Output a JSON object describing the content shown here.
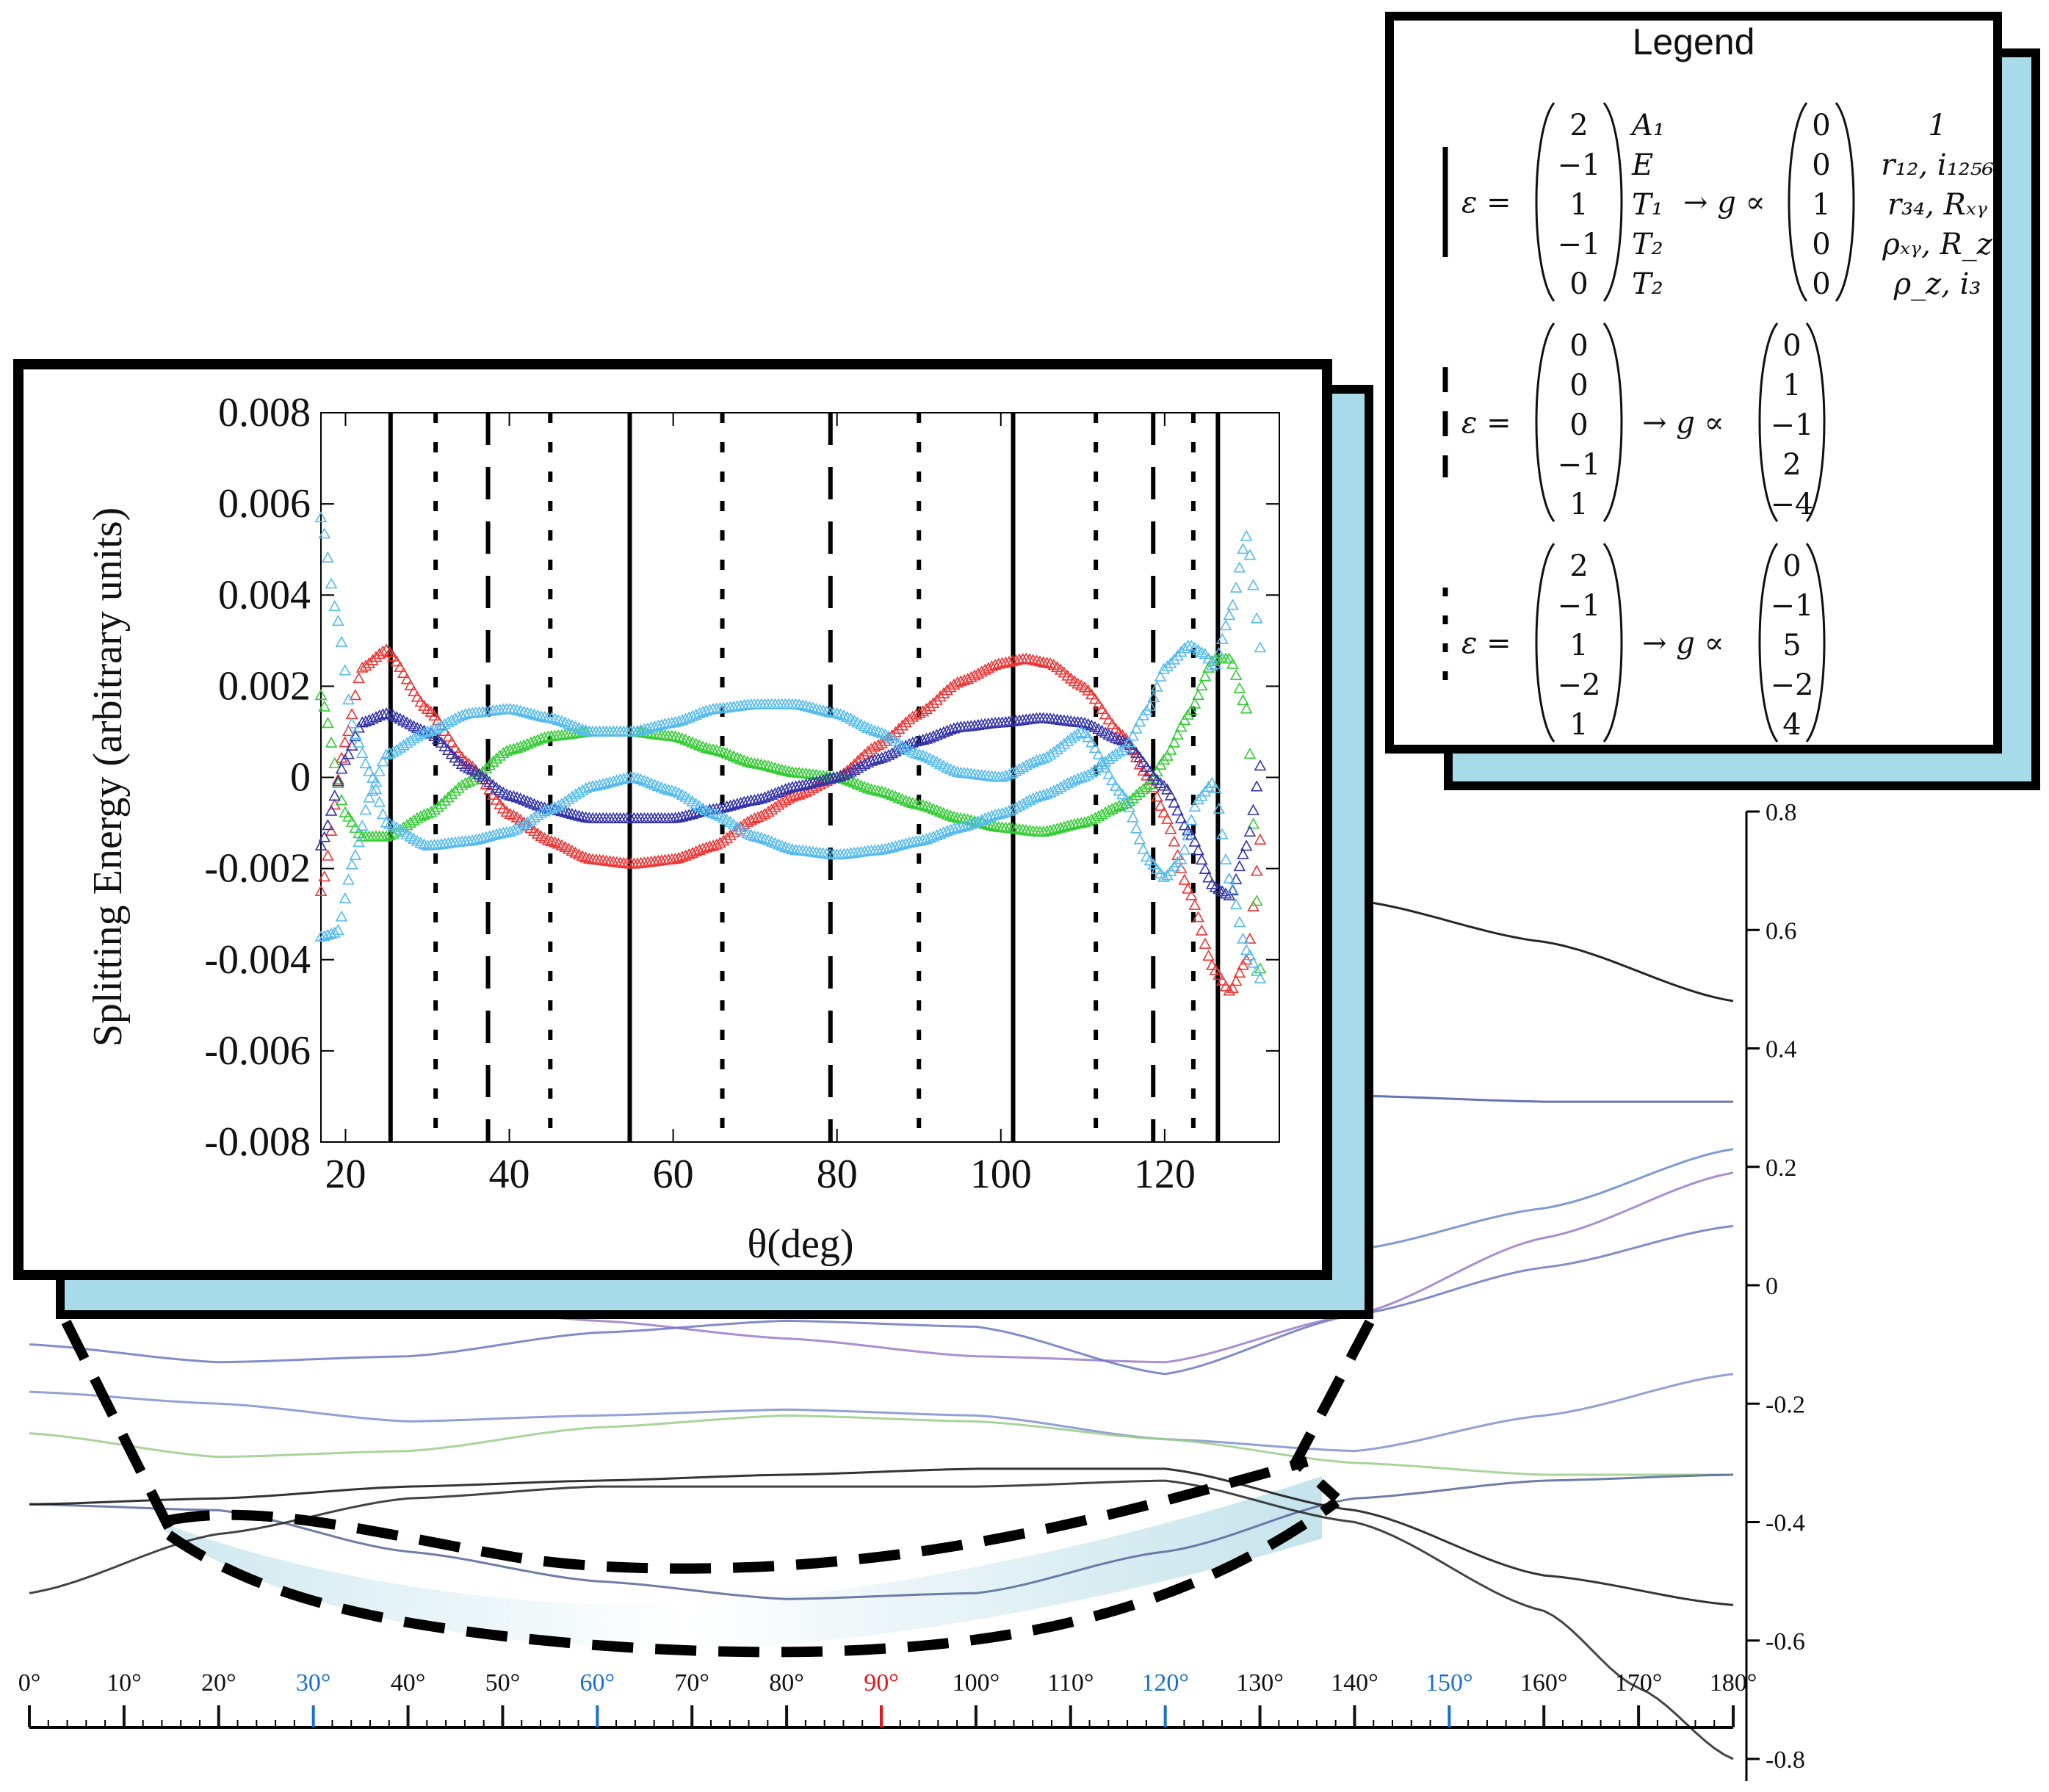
{
  "legend": {
    "title": "Legend",
    "entries": [
      {
        "line_style": "solid",
        "epsilon": [
          "2",
          "−1",
          "1",
          "−1",
          "0"
        ],
        "irreps": [
          "A₁",
          "E",
          "T₁",
          "T₂",
          "T₂"
        ],
        "g": [
          "0",
          "0",
          "1",
          "0",
          "0"
        ],
        "g_labels": [
          "1",
          "r₁₂, i₁₂₅₆",
          "r₃₄, Rₓᵧ",
          "ρₓᵧ, R_z",
          "ρ_z, i₃"
        ]
      },
      {
        "line_style": "dashed",
        "epsilon": [
          "0",
          "0",
          "0",
          "−1",
          "1"
        ],
        "g": [
          "0",
          "1",
          "−1",
          "2",
          "−4"
        ]
      },
      {
        "line_style": "dotted",
        "epsilon": [
          "2",
          "−1",
          "1",
          "−2",
          "1"
        ],
        "g": [
          "0",
          "−1",
          "5",
          "−2",
          "4"
        ]
      }
    ],
    "eps_symbol": "ε =",
    "arrow": "→ g ∝"
  },
  "chart_data": [
    {
      "type": "scatter",
      "xlabel": "θ(deg)",
      "ylabel": "Splitting Energy (arbitrary units)",
      "xlim": [
        17,
        134
      ],
      "ylim": [
        -0.008,
        0.008
      ],
      "x_ticks": [
        "20",
        "40",
        "60",
        "80",
        "100",
        "120"
      ],
      "y_ticks": [
        "0.008",
        "0.006",
        "0.004",
        "0.002",
        "0",
        "-0.002",
        "-0.004",
        "-0.006",
        "-0.008"
      ],
      "marker": "triangle",
      "vlines": [
        {
          "x": 25.5,
          "style": "solid"
        },
        {
          "x": 54.7,
          "style": "solid"
        },
        {
          "x": 101.5,
          "style": "solid"
        },
        {
          "x": 126.5,
          "style": "solid"
        },
        {
          "x": 37.4,
          "style": "dashed"
        },
        {
          "x": 79.2,
          "style": "dashed"
        },
        {
          "x": 118.6,
          "style": "dashed"
        },
        {
          "x": 31.0,
          "style": "dotted"
        },
        {
          "x": 45.0,
          "style": "dotted"
        },
        {
          "x": 66.0,
          "style": "dotted"
        },
        {
          "x": 90.0,
          "style": "dotted"
        },
        {
          "x": 111.6,
          "style": "dotted"
        },
        {
          "x": 123.5,
          "style": "dotted"
        }
      ],
      "series": [
        {
          "color": "#ee3333",
          "x": [
            17,
            20,
            22,
            25,
            30,
            35,
            40,
            45,
            50,
            55,
            60,
            65,
            70,
            75,
            80,
            85,
            90,
            95,
            100,
            103,
            106,
            110,
            115,
            118,
            120,
            123,
            126,
            128,
            130,
            132
          ],
          "y": [
            -0.0025,
            0.0008,
            0.0024,
            0.0028,
            0.0015,
            0.0003,
            -0.0008,
            -0.0014,
            -0.0018,
            -0.0019,
            -0.0018,
            -0.0015,
            -0.0009,
            -0.0004,
            0.0,
            0.0007,
            0.0014,
            0.0021,
            0.0025,
            0.0026,
            0.0025,
            0.002,
            0.0009,
            0.0,
            -0.0008,
            -0.0025,
            -0.0042,
            -0.0047,
            -0.004,
            -0.001
          ]
        },
        {
          "color": "#33cc33",
          "x": [
            17,
            20,
            22,
            25,
            30,
            35,
            40,
            45,
            50,
            55,
            60,
            65,
            70,
            75,
            80,
            85,
            90,
            95,
            100,
            105,
            110,
            115,
            118,
            120,
            123,
            126,
            128,
            130,
            132
          ],
          "y": [
            0.0018,
            -0.0008,
            -0.0013,
            -0.0013,
            -0.0008,
            -0.0001,
            0.0006,
            0.0009,
            0.001,
            0.001,
            0.0009,
            0.0006,
            0.0003,
            0.0001,
            0.0,
            -0.0003,
            -0.0006,
            -0.0009,
            -0.0011,
            -0.0012,
            -0.001,
            -0.0006,
            -0.0002,
            0.0004,
            0.0014,
            0.0026,
            0.0026,
            0.0015,
            -0.005
          ]
        },
        {
          "color": "#3333aa",
          "x": [
            17,
            20,
            22,
            25,
            30,
            35,
            40,
            45,
            50,
            55,
            60,
            65,
            70,
            75,
            80,
            85,
            90,
            95,
            100,
            105,
            110,
            115,
            120,
            123,
            126,
            128,
            130,
            132
          ],
          "y": [
            -0.0015,
            0.0004,
            0.0012,
            0.0014,
            0.001,
            0.0002,
            -0.0004,
            -0.0007,
            -0.0009,
            -0.0009,
            -0.0009,
            -0.0007,
            -0.0005,
            -0.0002,
            0.0,
            0.0004,
            0.0008,
            0.0011,
            0.0012,
            0.0013,
            0.0012,
            0.0008,
            -0.0002,
            -0.0012,
            -0.0024,
            -0.0026,
            -0.0015,
            0.0005
          ]
        },
        {
          "color": "#55bbee",
          "x": [
            17,
            19,
            21,
            23,
            25,
            30,
            35,
            40,
            45,
            50,
            55,
            60,
            65,
            70,
            75,
            80,
            85,
            90,
            95,
            100,
            105,
            110,
            115,
            118,
            120,
            123,
            125,
            126,
            128,
            130,
            132
          ],
          "y": [
            0.0057,
            0.0035,
            0.001,
            0.0001,
            -0.001,
            -0.0015,
            -0.0014,
            -0.0012,
            -0.0007,
            -0.0002,
            0.0,
            -0.0003,
            -0.0008,
            -0.0013,
            -0.0016,
            -0.0017,
            -0.0016,
            -0.0014,
            -0.0011,
            -0.0008,
            -0.0004,
            0.0,
            0.0006,
            0.0015,
            0.0024,
            0.0029,
            0.0027,
            0.0024,
            0.0036,
            0.0053,
            0.0025
          ]
        },
        {
          "color": "#55bbee",
          "x": [
            17,
            19,
            21,
            23,
            25,
            30,
            35,
            40,
            45,
            50,
            55,
            60,
            65,
            70,
            75,
            80,
            85,
            90,
            95,
            100,
            105,
            110,
            115,
            118,
            120,
            122,
            124,
            126,
            128,
            130,
            132
          ],
          "y": [
            -0.0035,
            -0.0034,
            -0.0018,
            -0.0004,
            0.0005,
            0.001,
            0.0014,
            0.0015,
            0.0013,
            0.001,
            0.001,
            0.0012,
            0.0015,
            0.0016,
            0.0016,
            0.0014,
            0.001,
            0.0005,
            0.0001,
            0.0,
            0.0004,
            0.001,
            -0.0004,
            -0.0018,
            -0.0022,
            -0.0018,
            -0.0005,
            -0.0001,
            -0.0023,
            -0.0038,
            -0.0045
          ]
        }
      ]
    },
    {
      "type": "line",
      "x_ticks": [
        "0°",
        "10°",
        "20°",
        "30°",
        "40°",
        "50°",
        "60°",
        "70°",
        "80°",
        "90°",
        "100°",
        "110°",
        "120°",
        "130°",
        "140°",
        "150°",
        "160°",
        "170°",
        "180°"
      ],
      "x_tick_colors": {
        "30°": "#1a6fd0",
        "60°": "#1a6fd0",
        "90°": "#e11818",
        "120°": "#1a6fd0",
        "150°": "#1a6fd0"
      },
      "xlim": [
        0,
        180
      ],
      "y_ticks": [
        "0.8",
        "0.6",
        "0.4",
        "0.2",
        "0",
        "-0.2",
        "-0.4",
        "-0.6",
        "-0.8"
      ],
      "ylim": [
        -0.8,
        0.8
      ],
      "series": [
        {
          "color": "#000000",
          "x": [
            0,
            20,
            40,
            60,
            80,
            100,
            120,
            140,
            160,
            180
          ],
          "y": [
            0.79,
            0.78,
            0.77,
            0.76,
            0.74,
            0.72,
            0.69,
            0.65,
            0.58,
            0.48
          ]
        },
        {
          "color": "#4a5aaa",
          "x": [
            0,
            20,
            40,
            60,
            80,
            100,
            120,
            140,
            160,
            180
          ],
          "y": [
            0.45,
            0.43,
            0.41,
            0.38,
            0.36,
            0.34,
            0.33,
            0.32,
            0.31,
            0.31
          ]
        },
        {
          "color": "#6688cc",
          "x": [
            0,
            20,
            40,
            60,
            80,
            100,
            120,
            140,
            160,
            180
          ],
          "y": [
            0.1,
            0.09,
            0.08,
            0.06,
            0.04,
            0.02,
            0.02,
            0.06,
            0.13,
            0.23
          ]
        },
        {
          "color": "#9a7acb",
          "x": [
            0,
            20,
            40,
            60,
            80,
            100,
            120,
            140,
            160,
            180
          ],
          "y": [
            0.05,
            0.02,
            -0.03,
            -0.06,
            -0.09,
            -0.12,
            -0.13,
            -0.05,
            0.08,
            0.19
          ]
        },
        {
          "color": "#6a78c2",
          "x": [
            0,
            20,
            40,
            60,
            80,
            100,
            120,
            140,
            160,
            180
          ],
          "y": [
            -0.1,
            -0.13,
            -0.12,
            -0.08,
            -0.06,
            -0.07,
            -0.15,
            -0.05,
            0.03,
            0.1
          ]
        },
        {
          "color": "#7e8fd0",
          "x": [
            0,
            20,
            40,
            60,
            80,
            100,
            120,
            140,
            160,
            180
          ],
          "y": [
            -0.18,
            -0.2,
            -0.23,
            -0.22,
            -0.21,
            -0.22,
            -0.26,
            -0.28,
            -0.22,
            -0.15
          ]
        },
        {
          "color": "#99cc88",
          "x": [
            0,
            20,
            40,
            60,
            80,
            100,
            120,
            140,
            160,
            180
          ],
          "y": [
            -0.25,
            -0.29,
            -0.28,
            -0.24,
            -0.22,
            -0.23,
            -0.26,
            -0.3,
            -0.32,
            -0.32
          ]
        },
        {
          "color": "#556699",
          "x": [
            0,
            20,
            40,
            60,
            80,
            100,
            120,
            140,
            160,
            180
          ],
          "y": [
            -0.37,
            -0.38,
            -0.45,
            -0.5,
            -0.53,
            -0.52,
            -0.45,
            -0.36,
            -0.33,
            -0.32
          ]
        },
        {
          "color": "#111111",
          "x": [
            0,
            20,
            40,
            60,
            80,
            100,
            120,
            140,
            160,
            180
          ],
          "y": [
            -0.37,
            -0.36,
            -0.34,
            -0.33,
            -0.32,
            -0.31,
            -0.31,
            -0.38,
            -0.49,
            -0.54
          ]
        },
        {
          "color": "#222222",
          "x": [
            0,
            20,
            40,
            60,
            80,
            100,
            120,
            140,
            160,
            170,
            180
          ],
          "y": [
            -0.52,
            -0.42,
            -0.36,
            -0.34,
            -0.34,
            -0.34,
            -0.33,
            -0.4,
            -0.55,
            -0.68,
            -0.8
          ]
        }
      ]
    }
  ]
}
